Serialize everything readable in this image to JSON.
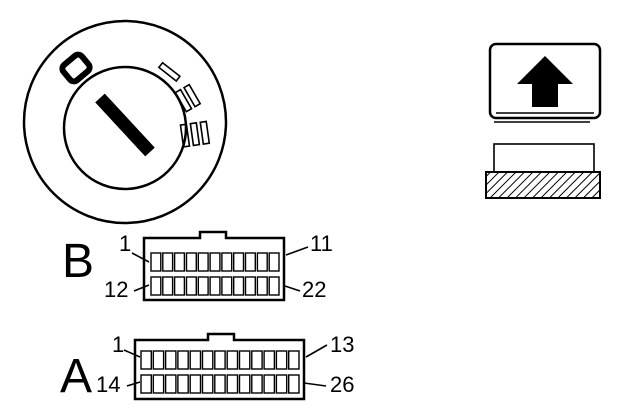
{
  "connector_b": {
    "letter": "B",
    "pin_top_left": "1",
    "pin_top_right": "11",
    "pin_bottom_left": "12",
    "pin_bottom_right": "22",
    "pins_per_row": 11
  },
  "connector_a": {
    "letter": "A",
    "pin_top_left": "1",
    "pin_top_right": "13",
    "pin_bottom_left": "14",
    "pin_bottom_right": "26",
    "pins_per_row": 13
  },
  "icons": {
    "switch": "rotary-switch-icon",
    "arrow": "up-arrow-icon",
    "hatch": "ground-hatch-icon"
  }
}
